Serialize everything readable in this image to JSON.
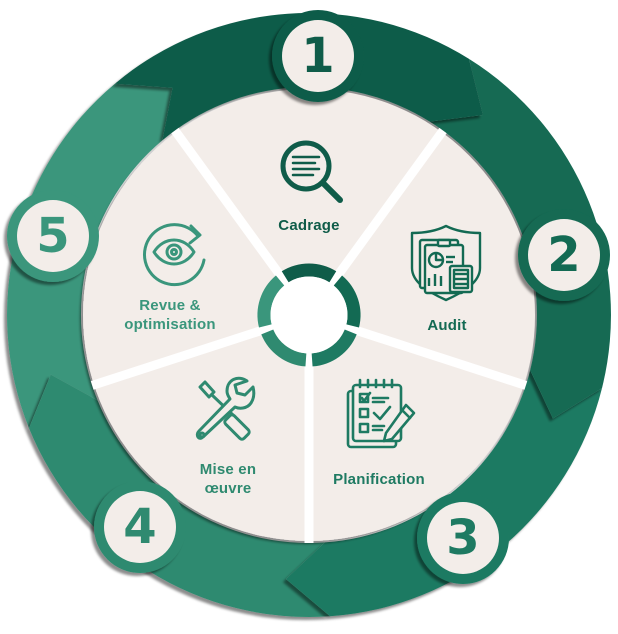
{
  "diagram": {
    "title": "",
    "type": "5-step cycle",
    "colors": {
      "background": "#ffffff",
      "segment_fill": "#f3ede9",
      "divider": "#ffffff",
      "badge_fill": "#f3ede9",
      "step1": "#0f5c49",
      "step2": "#136a53",
      "step3": "#1e7a62",
      "step4": "#2f8a70",
      "step5": "#3a967c",
      "text_dark": "#0f5c49"
    },
    "steps": [
      {
        "number": "1",
        "label": "Cadrage",
        "icon": "magnifier-document-icon",
        "color": "#0f5c49"
      },
      {
        "number": "2",
        "label": "Audit",
        "icon": "audit-clipboard-shield-icon",
        "color": "#136a53"
      },
      {
        "number": "3",
        "label": "Planification",
        "icon": "checklist-pencil-icon",
        "color": "#1e7a62"
      },
      {
        "number": "4",
        "label_line1": "Mise en",
        "label_line2": "œuvre",
        "icon": "wrench-screwdriver-icon",
        "color": "#2f8a70"
      },
      {
        "number": "5",
        "label_line1": "Revue &",
        "label_line2": "optimisation",
        "icon": "eye-refresh-icon",
        "color": "#3a967c"
      }
    ]
  }
}
